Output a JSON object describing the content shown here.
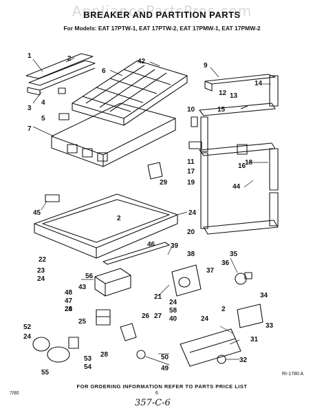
{
  "watermark": "AppliancePartsPros.com",
  "title": "BREAKER AND PARTITION PARTS",
  "models": "For Models: EAT 17PTW-1, EAT 17PTW-2, EAT 17PMW-1, EAT 17PMW-2",
  "footer_note": "FOR ORDERING INFORMATION REFER TO PARTS PRICE LIST",
  "diagram_code": "RI-1780 A",
  "date_code": "7/80",
  "page_number": "6",
  "handwritten_ref": "357-C-6",
  "callouts": {
    "c1": "1",
    "c2": "2",
    "c3": "3",
    "c4": "4",
    "c5": "5",
    "c6": "6",
    "c7": "7",
    "c9": "9",
    "c10": "10",
    "c11": "11",
    "c12": "12",
    "c13": "13",
    "c14": "14",
    "c15": "15",
    "c16": "16",
    "c17": "17",
    "c18": "18",
    "c19": "19",
    "c20": "20",
    "c21": "21",
    "c22": "22",
    "c23": "23",
    "c24a": "24",
    "c24b": "24",
    "c24c": "24",
    "c24d": "24",
    "c24e": "24",
    "c25": "25",
    "c26": "26",
    "c27": "27",
    "c28a": "28",
    "c28b": "28",
    "c29": "29",
    "c2b": "2",
    "c2c": "2",
    "c31": "31",
    "c32": "32",
    "c33": "33",
    "c34": "34",
    "c35": "35",
    "c36": "36",
    "c37": "37",
    "c38": "38",
    "c39": "39",
    "c40": "40",
    "c42": "42",
    "c43": "43",
    "c44": "44",
    "c45": "45",
    "c46": "46",
    "c47": "47",
    "c48": "48",
    "c49": "49",
    "c50": "50",
    "c52": "52",
    "c53": "53",
    "c54": "54",
    "c55": "55",
    "c56": "56",
    "c58": "58"
  }
}
